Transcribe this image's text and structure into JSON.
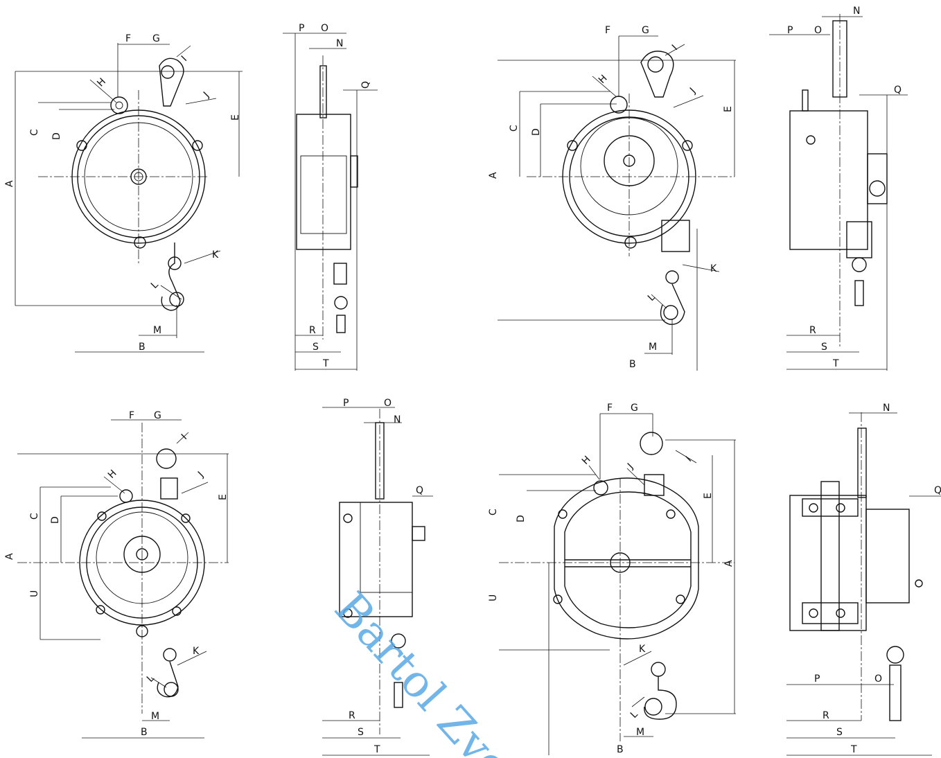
{
  "watermark": "Bartol Zvo",
  "views": [
    {
      "id": "v1-front",
      "labels": [
        "F",
        "G",
        "H",
        "I",
        "J",
        "C",
        "D",
        "E",
        "A",
        "K",
        "L",
        "M",
        "B"
      ]
    },
    {
      "id": "v1-side",
      "labels": [
        "P",
        "O",
        "N",
        "Q",
        "R",
        "S",
        "T"
      ]
    },
    {
      "id": "v2-front",
      "labels": [
        "F",
        "G",
        "H",
        "I",
        "J",
        "E",
        "C",
        "D",
        "A",
        "K",
        "L",
        "M",
        "B"
      ]
    },
    {
      "id": "v2-side",
      "labels": [
        "N",
        "P",
        "O",
        "Q",
        "R",
        "S",
        "T"
      ]
    },
    {
      "id": "v3-front",
      "labels": [
        "F",
        "G",
        "I",
        "H",
        "J",
        "A",
        "C",
        "D",
        "E",
        "U",
        "K",
        "L",
        "M",
        "B"
      ]
    },
    {
      "id": "v3-side",
      "labels": [
        "P",
        "O",
        "N",
        "Q",
        "R",
        "S",
        "T"
      ]
    },
    {
      "id": "v4-front",
      "labels": [
        "F",
        "G",
        "H",
        "J",
        "I",
        "C",
        "D",
        "E",
        "A",
        "U",
        "K",
        "L",
        "M",
        "B"
      ]
    },
    {
      "id": "v4-side",
      "labels": [
        "N",
        "Q",
        "P",
        "O",
        "R",
        "S",
        "T"
      ]
    }
  ]
}
